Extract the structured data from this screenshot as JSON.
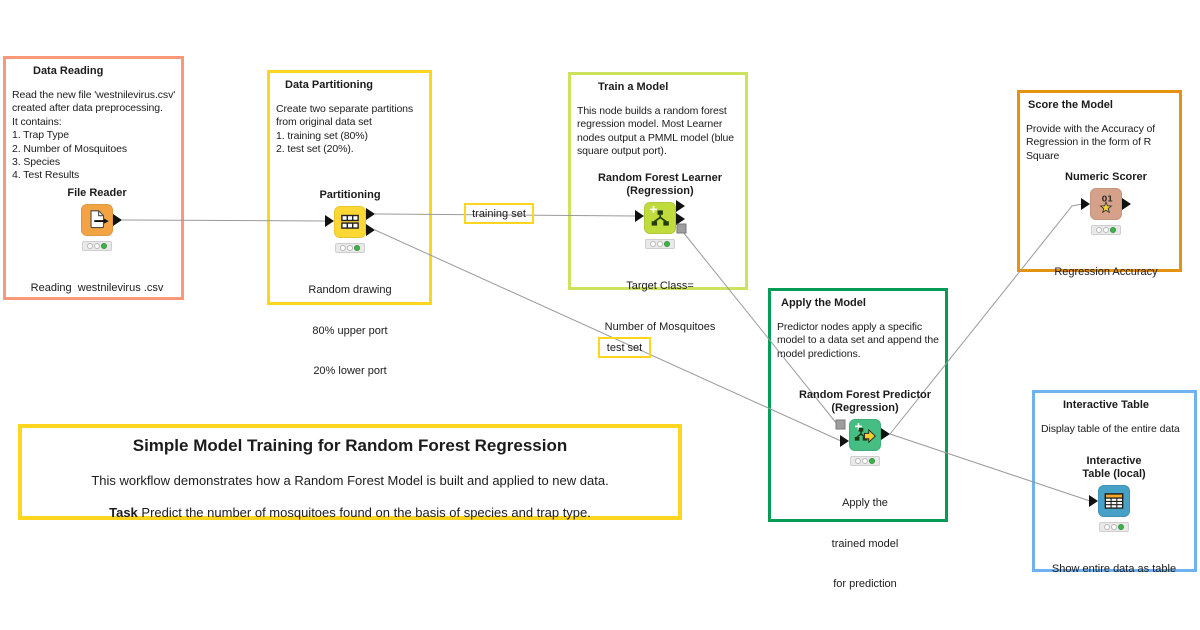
{
  "canvas": {
    "background": "#ffffff",
    "connection_color": "#9a9a9a",
    "executed_color": "#3eb24b"
  },
  "annotations": [
    {
      "title": "Data Reading",
      "border_color": "#fa9977",
      "body": [
        "Read the new file 'westnilevirus.csv'",
        "created after data preprocessing.",
        "It contains:",
        "1. Trap Type",
        "2. Number of Mosquitoes",
        "3. Species",
        "4. Test Results"
      ]
    },
    {
      "title": "Data Partitioning",
      "border_color": "#ffd61e",
      "body": [
        "Create two separate partitions",
        "from original data set",
        "1. training set (80%)",
        "2. test set (20%)."
      ]
    },
    {
      "title": "Train a Model",
      "border_color": "#cde360",
      "body": [
        "This node builds a random forest",
        "regression model. Most Learner",
        "nodes output a PMML model (blue",
        "square output port)."
      ]
    },
    {
      "title": "Apply the Model",
      "border_color": "#059c58",
      "body": [
        "Predictor nodes apply a specific",
        "model to a data set and append the",
        "model predictions."
      ]
    },
    {
      "title": "Score the Model",
      "border_color": "#e39310",
      "body": [
        "Provide with the Accuracy of",
        "Regression in the form of R",
        "Square"
      ]
    },
    {
      "title": "Interactive Table",
      "border_color": "#70b2f0",
      "body": [
        "Display table of the entire data"
      ]
    }
  ],
  "nodes": [
    {
      "name": "File Reader",
      "label": [
        "File Reader"
      ],
      "caption": [
        "Reading  westnilevirus .csv"
      ],
      "icon_color": "#f2a444",
      "status": "executed"
    },
    {
      "name": "Partitioning",
      "label": [
        "Partitioning"
      ],
      "caption": [
        "Random drawing",
        "80% upper port",
        "20% lower port"
      ],
      "icon_color": "#fdd835",
      "status": "executed"
    },
    {
      "name": "Random Forest Learner (Regression)",
      "label": [
        "Random Forest Learner",
        "(Regression)"
      ],
      "caption": [
        "Target Class=",
        "Number of Mosquitoes"
      ],
      "icon_color": "#bfdc3c",
      "status": "executed"
    },
    {
      "name": "Random Forest Predictor (Regression)",
      "label": [
        "Random Forest Predictor",
        "(Regression)"
      ],
      "caption": [
        "Apply the",
        "trained model",
        "for prediction"
      ],
      "icon_color": "#45bd83",
      "status": "executed"
    },
    {
      "name": "Numeric Scorer",
      "label": [
        "Numeric Scorer"
      ],
      "caption": [
        "Regression Accuracy"
      ],
      "icon_color": "#d5a289",
      "icon_text": "01",
      "status": "executed"
    },
    {
      "name": "Interactive Table (local)",
      "label": [
        "Interactive",
        "Table (local)"
      ],
      "caption": [
        "Show entire data as table"
      ],
      "icon_color": "#47a0c6",
      "status": "executed"
    }
  ],
  "connection_labels": [
    {
      "text": "training set",
      "border_color": "#ffd61e"
    },
    {
      "text": "test set",
      "border_color": "#ffd61e"
    }
  ],
  "title_annotation": {
    "border_color": "#ffd520",
    "title": "Simple Model Training for Random Forest Regression",
    "line1": "This workflow demonstrates how a Random Forest Model is built and applied to new data.",
    "task_label": "Task",
    "task_text": " Predict the number of mosquitoes found on the basis of species and trap type."
  }
}
